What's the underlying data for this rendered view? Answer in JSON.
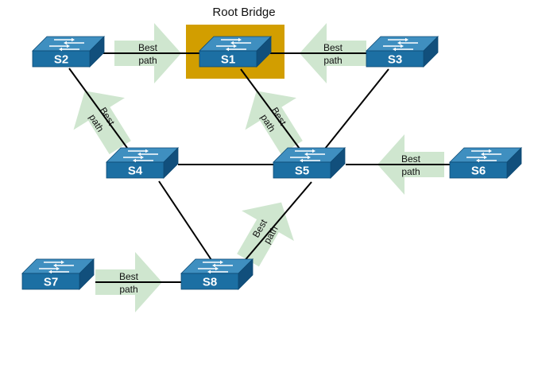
{
  "title": "Root Bridge",
  "arrow_text": {
    "line1": "Best",
    "line2": "path"
  },
  "switches": [
    {
      "id": "s1",
      "label": "S1"
    },
    {
      "id": "s2",
      "label": "S2"
    },
    {
      "id": "s3",
      "label": "S3"
    },
    {
      "id": "s4",
      "label": "S4"
    },
    {
      "id": "s5",
      "label": "S5"
    },
    {
      "id": "s6",
      "label": "S6"
    },
    {
      "id": "s7",
      "label": "S7"
    },
    {
      "id": "s8",
      "label": "S8"
    }
  ],
  "links": [
    [
      "s2",
      "s1"
    ],
    [
      "s1",
      "s3"
    ],
    [
      "s2",
      "s4"
    ],
    [
      "s1",
      "s5"
    ],
    [
      "s3",
      "s5"
    ],
    [
      "s4",
      "s5"
    ],
    [
      "s5",
      "s6"
    ],
    [
      "s4",
      "s8"
    ],
    [
      "s5",
      "s8"
    ],
    [
      "s7",
      "s8"
    ]
  ],
  "best_paths": [
    {
      "from": "s2",
      "to": "s1"
    },
    {
      "from": "s3",
      "to": "s1"
    },
    {
      "from": "s4",
      "to": "s2"
    },
    {
      "from": "s5",
      "to": "s1"
    },
    {
      "from": "s6",
      "to": "s5"
    },
    {
      "from": "s8",
      "to": "s5"
    },
    {
      "from": "s7",
      "to": "s8"
    }
  ],
  "colors": {
    "root_highlight": "#d29e00",
    "switch_top": "#3f8fc0",
    "switch_front": "#1c6fa3",
    "switch_side": "#114f7c",
    "arrow_fill": "#cfe6cf",
    "link": "#000000"
  }
}
